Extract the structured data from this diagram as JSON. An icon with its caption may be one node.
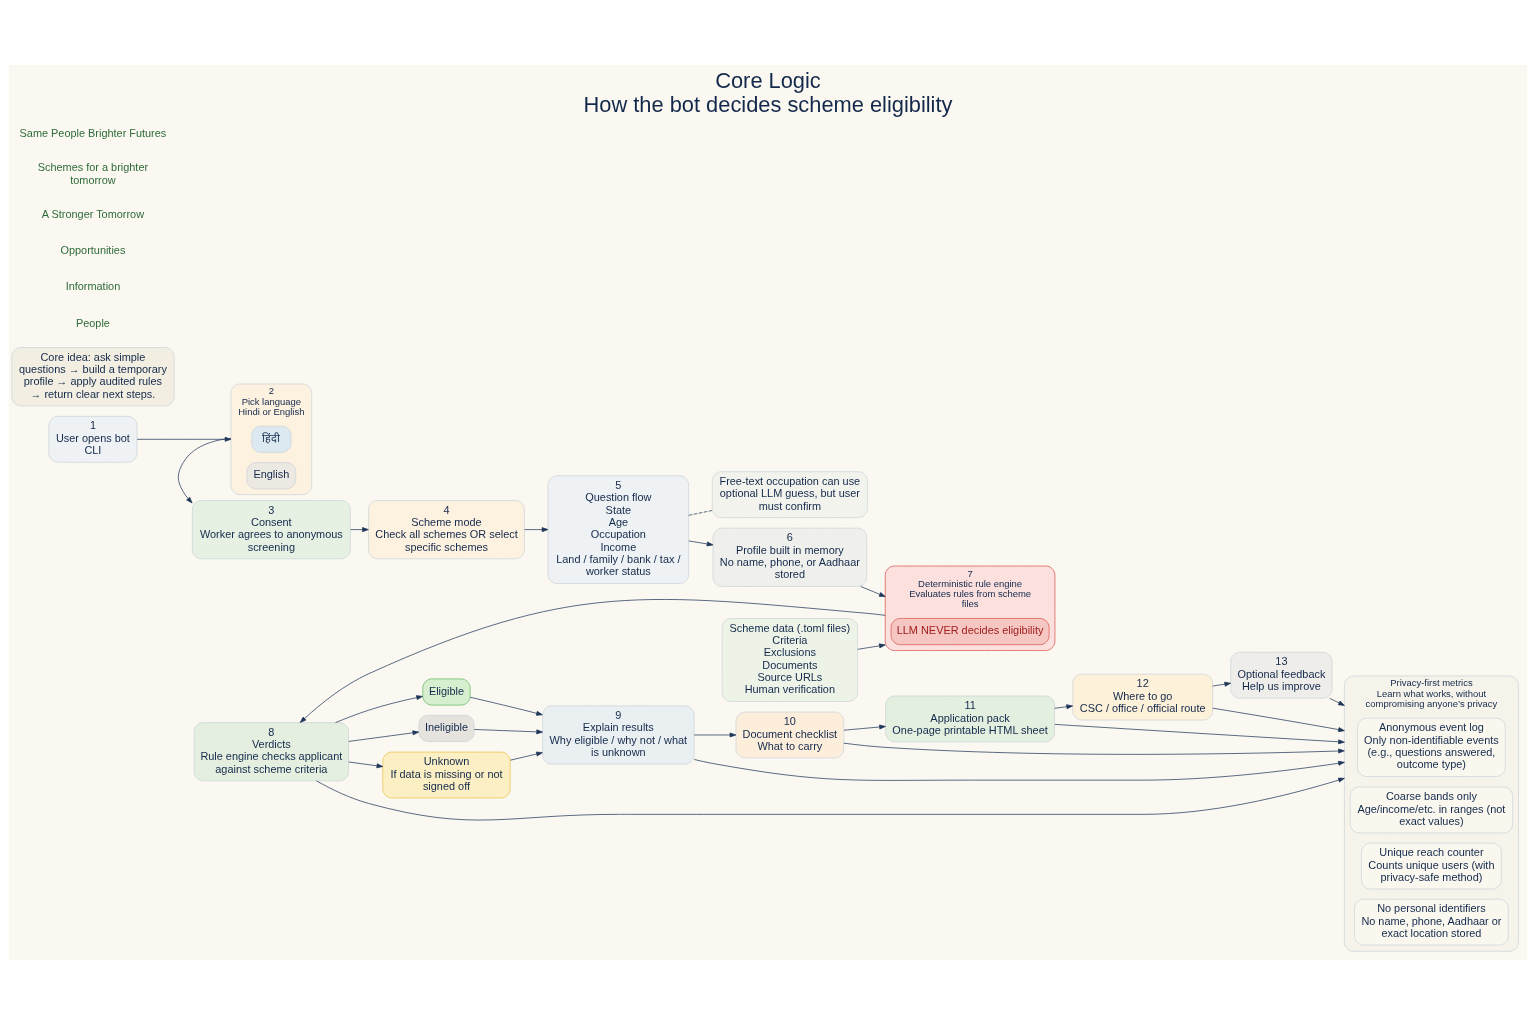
{
  "diagram": {
    "title": "Core Logic",
    "caption": "How the bot decides scheme eligibility",
    "nodes": [
      {
        "text": [
          "1",
          "User opens bot",
          "CLI"
        ]
      },
      {
        "text": [
          "2",
          "Pick language",
          "Hindi or English"
        ]
      },
      {
        "text": [
          "हिंदी"
        ],
        "in": 1
      },
      {
        "text": [
          "English"
        ],
        "in": 1
      },
      {
        "text": [
          "3",
          "Consent",
          "Worker agrees to anonymous screening"
        ]
      },
      {
        "text": [
          "4",
          "Scheme mode",
          "Check all schemes OR select specific schemes"
        ]
      },
      {
        "text": [
          "5",
          "Question flow",
          "State",
          "Age",
          "Occupation",
          "Income",
          "Land / family / bank / tax / worker status"
        ]
      },
      {
        "text": [
          "Free-text occupation can use optional LLM guess, but user must confirm"
        ]
      },
      {
        "text": [
          "6",
          "Profile built in memory",
          "No name, phone, or Aadhaar stored"
        ]
      },
      {
        "text": [
          "7",
          "Deterministic rule engine",
          "Evaluates rules from scheme files"
        ]
      },
      {
        "text": [
          "LLM NEVER decides eligibility"
        ],
        "in": 9
      },
      {
        "text": [
          "Scheme data (.toml files)",
          "Criteria",
          "Exclusions",
          "Documents",
          "Source URLs",
          "Human verification"
        ]
      },
      {
        "text": [
          "8",
          "Verdicts",
          "Rule engine checks applicant against scheme criteria"
        ]
      },
      {
        "text": [
          "Eligible"
        ]
      },
      {
        "text": [
          "Ineligible"
        ]
      },
      {
        "text": [
          "Unknown",
          "If data is missing or not signed off"
        ]
      },
      {
        "text": [
          "9",
          "Explain results",
          "Why eligible / why not / what is unknown"
        ]
      },
      {
        "text": [
          "10",
          "Document checklist",
          "What to carry"
        ]
      },
      {
        "text": [
          "11",
          "Application pack",
          "One-page printable HTML sheet"
        ]
      },
      {
        "text": [
          "12",
          "Where to go",
          "CSC / office / official route"
        ]
      },
      {
        "text": [
          "13",
          "Optional feedback",
          "Help us improve"
        ]
      },
      {
        "text": [
          "Privacy-first metrics",
          "Learn what works, without compromising anyone’s privacy"
        ]
      },
      {
        "text": [
          "Anonymous event log",
          "Only non-identifiable events (e.g., questions answered, outcome type)"
        ],
        "in": 21
      },
      {
        "text": [
          "Coarse bands only",
          "Age/income/etc. in ranges (not exact values)"
        ],
        "in": 21
      },
      {
        "text": [
          "Unique reach counter",
          "Counts unique users (with privacy-safe method)"
        ],
        "in": 21
      },
      {
        "text": [
          "No personal identifiers",
          "No name, phone, Aadhaar or exact location stored"
        ],
        "in": 21
      },
      {
        "text": [
          "Core idea: ask simple questions → build a temporary profile → apply audited rules → return clear next steps."
        ]
      }
    ],
    "edges": [
      {
        "from": 0,
        "to": 1,
        "arrow": "to"
      },
      {
        "from": 1,
        "to": 4,
        "arrow": "to"
      },
      {
        "from": 4,
        "to": 5,
        "arrow": "to"
      },
      {
        "from": 5,
        "to": 6,
        "arrow": "to"
      },
      {
        "from": 6,
        "to": 8,
        "arrow": "to"
      },
      {
        "from": 6,
        "to": 7,
        "arrow": "none",
        "style": "dashed"
      },
      {
        "from": 8,
        "to": 9,
        "arrow": "to"
      },
      {
        "from": 11,
        "to": 9,
        "arrow": "to"
      },
      {
        "from": 9,
        "to": 12,
        "arrow": "to"
      },
      {
        "from": 12,
        "to": 13,
        "arrow": "to"
      },
      {
        "from": 12,
        "to": 14,
        "arrow": "to"
      },
      {
        "from": 12,
        "to": 15,
        "arrow": "to"
      },
      {
        "from": 13,
        "to": 16,
        "arrow": "to"
      },
      {
        "from": 14,
        "to": 16,
        "arrow": "to"
      },
      {
        "from": 15,
        "to": 16,
        "arrow": "to"
      },
      {
        "from": 16,
        "to": 17,
        "arrow": "to"
      },
      {
        "from": 17,
        "to": 18,
        "arrow": "to"
      },
      {
        "from": 18,
        "to": 19,
        "arrow": "to"
      },
      {
        "from": 19,
        "to": 20,
        "arrow": "to"
      },
      {
        "from": 12,
        "to": 21,
        "arrow": "to"
      },
      {
        "from": 16,
        "to": 21,
        "arrow": "to"
      },
      {
        "from": 17,
        "to": 21,
        "arrow": "to"
      },
      {
        "from": 18,
        "to": 21,
        "arrow": "to"
      },
      {
        "from": 19,
        "to": 21,
        "arrow": "to"
      },
      {
        "from": 20,
        "to": 21,
        "arrow": "to"
      }
    ],
    "labels": [
      "People",
      "Information",
      "Opportunities",
      "A Stronger Tomorrow",
      "Schemes for a brighter tomorrow",
      "Same People Brighter Futures"
    ]
  }
}
